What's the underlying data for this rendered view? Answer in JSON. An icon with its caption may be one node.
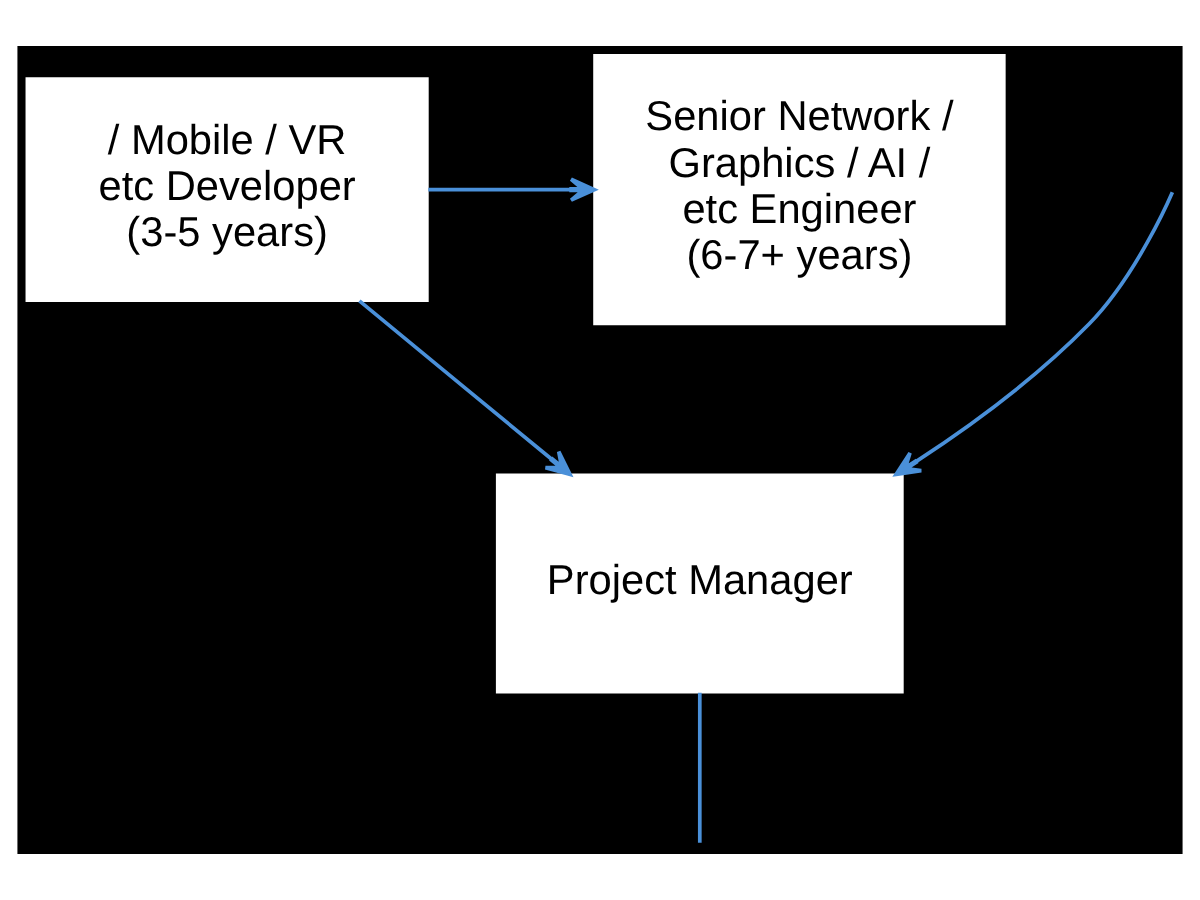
{
  "diagram": {
    "nodes": [
      {
        "text": [
          "/ Mobile / VR etc Developer (3-5 years)"
        ]
      },
      {
        "text": [
          "Senior Network / Graphics / AI / etc Engineer (6-7+ years)"
        ]
      },
      {
        "text": [
          "Project Manager"
        ]
      }
    ],
    "edges": [
      {
        "from": 0,
        "to": 1,
        "arrow": "to"
      },
      {
        "from": 0,
        "to": 2,
        "arrow": "to"
      },
      {
        "from": null,
        "to": 2,
        "arrow": "to"
      },
      {
        "from": 2,
        "to": null,
        "arrow": "none"
      }
    ]
  }
}
